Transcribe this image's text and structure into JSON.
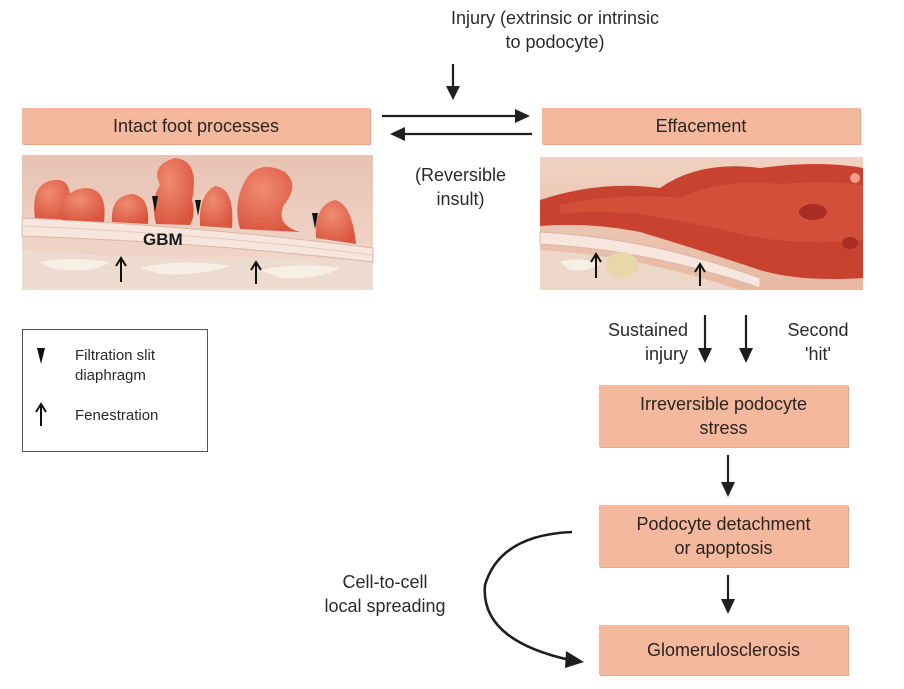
{
  "injury_text": {
    "line1": "Injury (extrinsic or intrinsic",
    "line2": "to podocyte)"
  },
  "reversible_text": {
    "line1": "(Reversible",
    "line2": "insult)"
  },
  "boxes": {
    "intact": "Intact foot processes",
    "effacement": "Effacement",
    "irreversible_line1": "Irreversible podocyte",
    "irreversible_line2": "stress",
    "detachment_line1": "Podocyte detachment",
    "detachment_line2": "or apoptosis",
    "glomerulosclerosis": "Glomerulosclerosis"
  },
  "sustained_text": {
    "line1": "Sustained",
    "line2": "injury"
  },
  "second_hit_text": {
    "line1": "Second",
    "line2": "'hit'"
  },
  "spreading_text": {
    "line1": "Cell-to-cell",
    "line2": "local spreading"
  },
  "gbm_label": "GBM",
  "legend": {
    "slit_line1": "Filtration slit",
    "slit_line2": "diaphragm",
    "fenestration": "Fenestration"
  },
  "colors": {
    "box_fill": "#f3b89d",
    "podocyte": "#e2694e",
    "effaced_podocyte": "#c93a2c",
    "gbm": "#f6e8e2",
    "background_tissue": "#f0d6c8",
    "arrow": "#1f1f1f"
  }
}
